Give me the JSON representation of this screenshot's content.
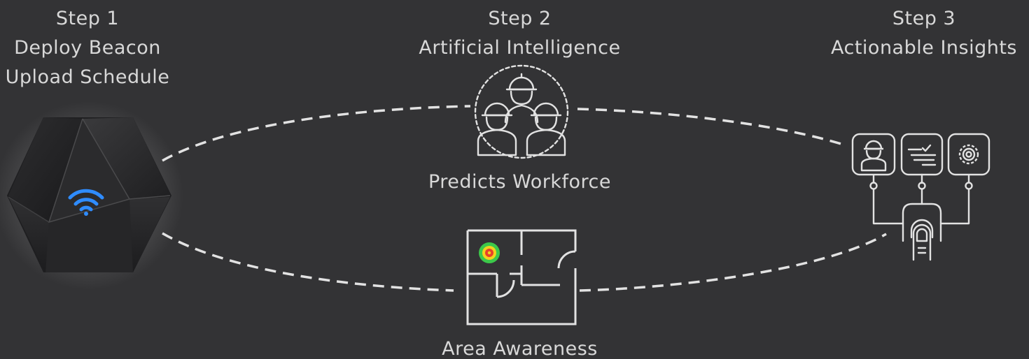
{
  "colors": {
    "background": "#333335",
    "line": "#e2e2e2",
    "text": "#d8d8d8",
    "beacon_body": "#2a2a2c",
    "wifi": "#2f8cff",
    "heat_outer": "#3cc94a",
    "heat_mid": "#f2d21e",
    "heat_inner": "#e8402b"
  },
  "step1": {
    "title": "Step 1",
    "line1": "Deploy Beacon",
    "line2": "Upload Schedule"
  },
  "step2": {
    "title": "Step 2",
    "line1": "Artificial Intelligence"
  },
  "step3": {
    "title": "Step 3",
    "line1": "Actionable Insights"
  },
  "nodes": {
    "workforce_label": "Predicts Workforce",
    "area_label": "Area Awareness"
  },
  "icons": {
    "beacon": "hexagon-beacon-icon",
    "wifi": "wifi-icon",
    "workforce": "workers-group-icon",
    "floorplan": "floorplan-heatmap-icon",
    "insights": [
      "worker-card-icon",
      "checklist-card-icon",
      "gear-card-icon"
    ],
    "touch": "finger-touch-icon"
  }
}
